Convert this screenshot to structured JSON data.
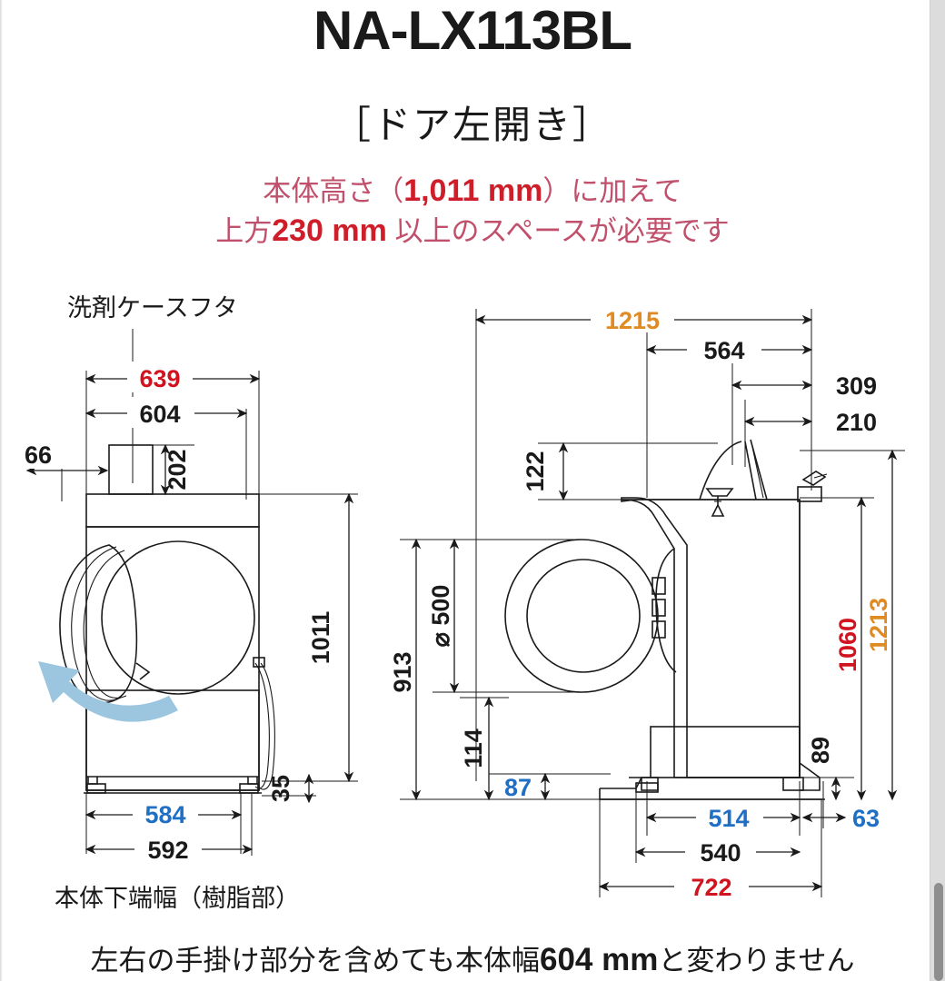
{
  "header": {
    "model": "NA-LX113BL",
    "door_type": "［ドア左開き］",
    "note_line1_pre": "本体高さ（",
    "note_line1_bold": "1,011 mm",
    "note_line1_post": "）に加えて",
    "note_line2_pre": "上方",
    "note_line2_bold": "230 mm",
    "note_line2_post": " 以上のスペースが必要です"
  },
  "front_view": {
    "label_detergent_lid": "洗剤ケースフタ",
    "label_bottom_width": "本体下端幅（樹脂部）",
    "dims": {
      "width_overall": "639",
      "width_body": "604",
      "offset_left": "66",
      "lid_height": "202",
      "body_height": "1011",
      "foot_gap": "35",
      "bottom_inner": "584",
      "bottom_outer": "592"
    }
  },
  "side_view": {
    "dims": {
      "depth_door_open": "1215",
      "lid_open_span": "564",
      "lid_dim_309": "309",
      "lid_dim_210": "210",
      "lid_height_122": "122",
      "door_diameter": "⌀ 500",
      "door_center_height": "913",
      "base_step_114": "114",
      "base_step_87": "87",
      "rear_foot_89": "89",
      "height_body": "1060",
      "height_total": "1213",
      "depth_inner": "514",
      "depth_rear_63": "63",
      "depth_mid": "540",
      "depth_overall": "722"
    }
  },
  "bottom_caption": {
    "pre": "左右の手掛け部分を含めても本体幅",
    "bold": "604 mm",
    "post": "と変わりません"
  },
  "colors": {
    "red": "#d0131e",
    "orange": "#e08a22",
    "blue": "#1f6fc4",
    "black": "#1a1a1a",
    "pink_text": "#c0506b",
    "arrow_blue": "#9cc6e0"
  },
  "scrollbar": {
    "name": "vertical-scrollbar"
  }
}
